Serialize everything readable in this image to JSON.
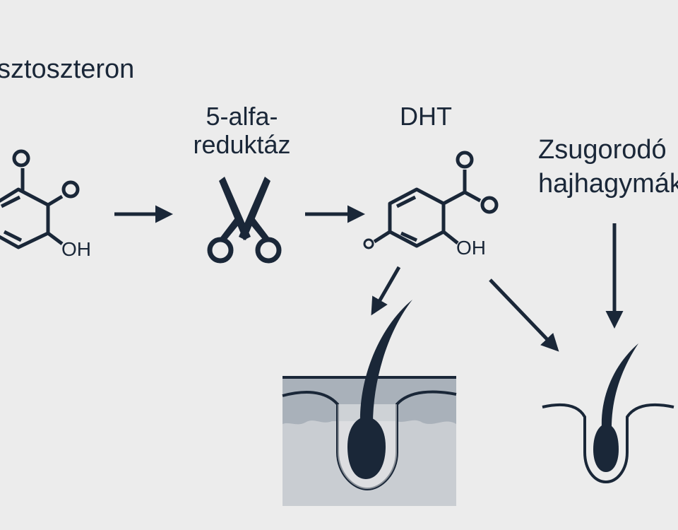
{
  "labels": {
    "testosterone": "sztoszteron",
    "enzyme_line1": "5-alfa-",
    "enzyme_line2": "reduktáz",
    "dht": "DHT",
    "shrink_line1": "Zsugorodó",
    "shrink_line2": "hajhagymák"
  },
  "molecules": {
    "testosterone": {
      "o_top": "O",
      "o_side": "O",
      "oh": "OH"
    },
    "dht": {
      "o_top": "O",
      "o_side": "O",
      "oh": "OH"
    }
  },
  "icons": {
    "conversion": "scissors-icon",
    "healthy_follicle": "hair-follicle-icon",
    "shrunken_follicle": "shrunken-follicle-icon"
  },
  "colors": {
    "background": "#ececec",
    "ink": "#1a2738",
    "skin_dark": "#a9b1ba",
    "skin_light": "#c9cdd2"
  }
}
